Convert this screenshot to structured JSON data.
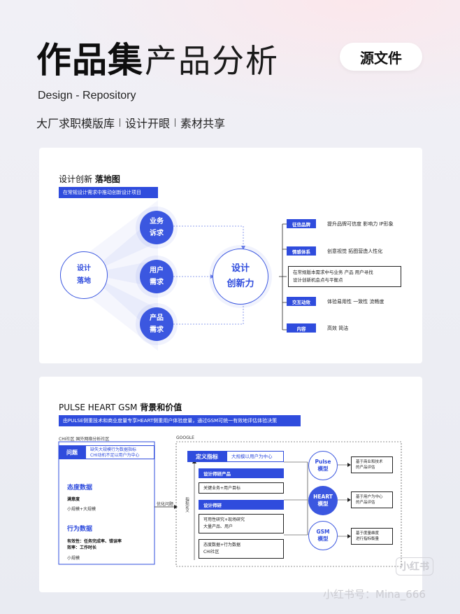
{
  "header": {
    "title_bold": "作品集",
    "title_light": "产品分析",
    "source_button": "源文件",
    "subtitle": "Design  - Repository",
    "tagline": [
      "大厂求职模版库",
      "设计开眼",
      "素材共享"
    ]
  },
  "card1": {
    "title_plain": "设计创新 ",
    "title_bold": "落地图",
    "banner": "在常规设计需求中推动创新设计项目",
    "left_circle": [
      "设计",
      "落地"
    ],
    "mid_circles": [
      [
        "业务",
        "诉求"
      ],
      [
        "用户",
        "需求"
      ],
      [
        "产品",
        "需求"
      ]
    ],
    "center_circle": [
      "设计",
      "创新力"
    ],
    "right_items": [
      {
        "tag": "征信品牌",
        "text": "提升品牌可信度  影响力  IP形象"
      },
      {
        "tag": "情感体系",
        "text": "创意视觉  拓图营造人性化"
      },
      {
        "tag": "",
        "text_lines": [
          "在常规版本需求中与业务  产品  用户寻找",
          "设计创新机会点与平衡点"
        ]
      },
      {
        "tag": "交互动效",
        "text": "体验易用性  一致性  流畅度"
      },
      {
        "tag": "内容",
        "text": "高效  简洁"
      }
    ]
  },
  "card2": {
    "title_plain": "PULSE HEART GSM ",
    "title_bold": "背景和价值",
    "banner": "由PULSE侧重技术和商业度量专享HEART侧重用户体验度量，通过GSM可统一有效地评估体验决策",
    "left_label": "CHI社区   国外网络分析社区",
    "problem_tag": "问题",
    "problem_lines": [
      "缺失大规模行为数据指标",
      "CHI动机不足以用户为中心"
    ],
    "attitude_title": "态度数据",
    "attitude_bold": "满意度",
    "attitude_text": "小规模+大规模",
    "behavior_title": "行为数据",
    "behavior_bold": [
      "有效性：任务完成率、错误率",
      "效率：工作时长"
    ],
    "behavior_text": "小规模",
    "arrow_label": "优化问题",
    "google_label": "GOOGLE",
    "define_tag": "定义指标",
    "define_text": "大规模以用户为中心",
    "vertical_label": "指标定义",
    "bar1": "设计师研产品",
    "box1": "关键业务+用户目标",
    "bar2": "设计师研",
    "box2_lines": [
      "可用性研究+现场研究",
      "大量产品、用户"
    ],
    "box3_lines": [
      "态度数据+行为数据",
      "CHI社区"
    ],
    "models": [
      {
        "name": [
          "Pulse",
          "模型"
        ],
        "desc": [
          "基于商业和技术",
          "的产品评估"
        ]
      },
      {
        "name": [
          "HEART",
          "模型"
        ],
        "desc": [
          "基于用户为中心",
          "的产品评估"
        ]
      },
      {
        "name": [
          "GSM",
          "模型"
        ],
        "desc": [
          "基于度量维度",
          "进行指标衡量"
        ]
      }
    ]
  },
  "watermark": {
    "logo": "小红书",
    "account": "小红书号：Mina_666"
  },
  "colors": {
    "accent": "#2f4cdd",
    "background": "#eceef4",
    "card": "#ffffff"
  }
}
